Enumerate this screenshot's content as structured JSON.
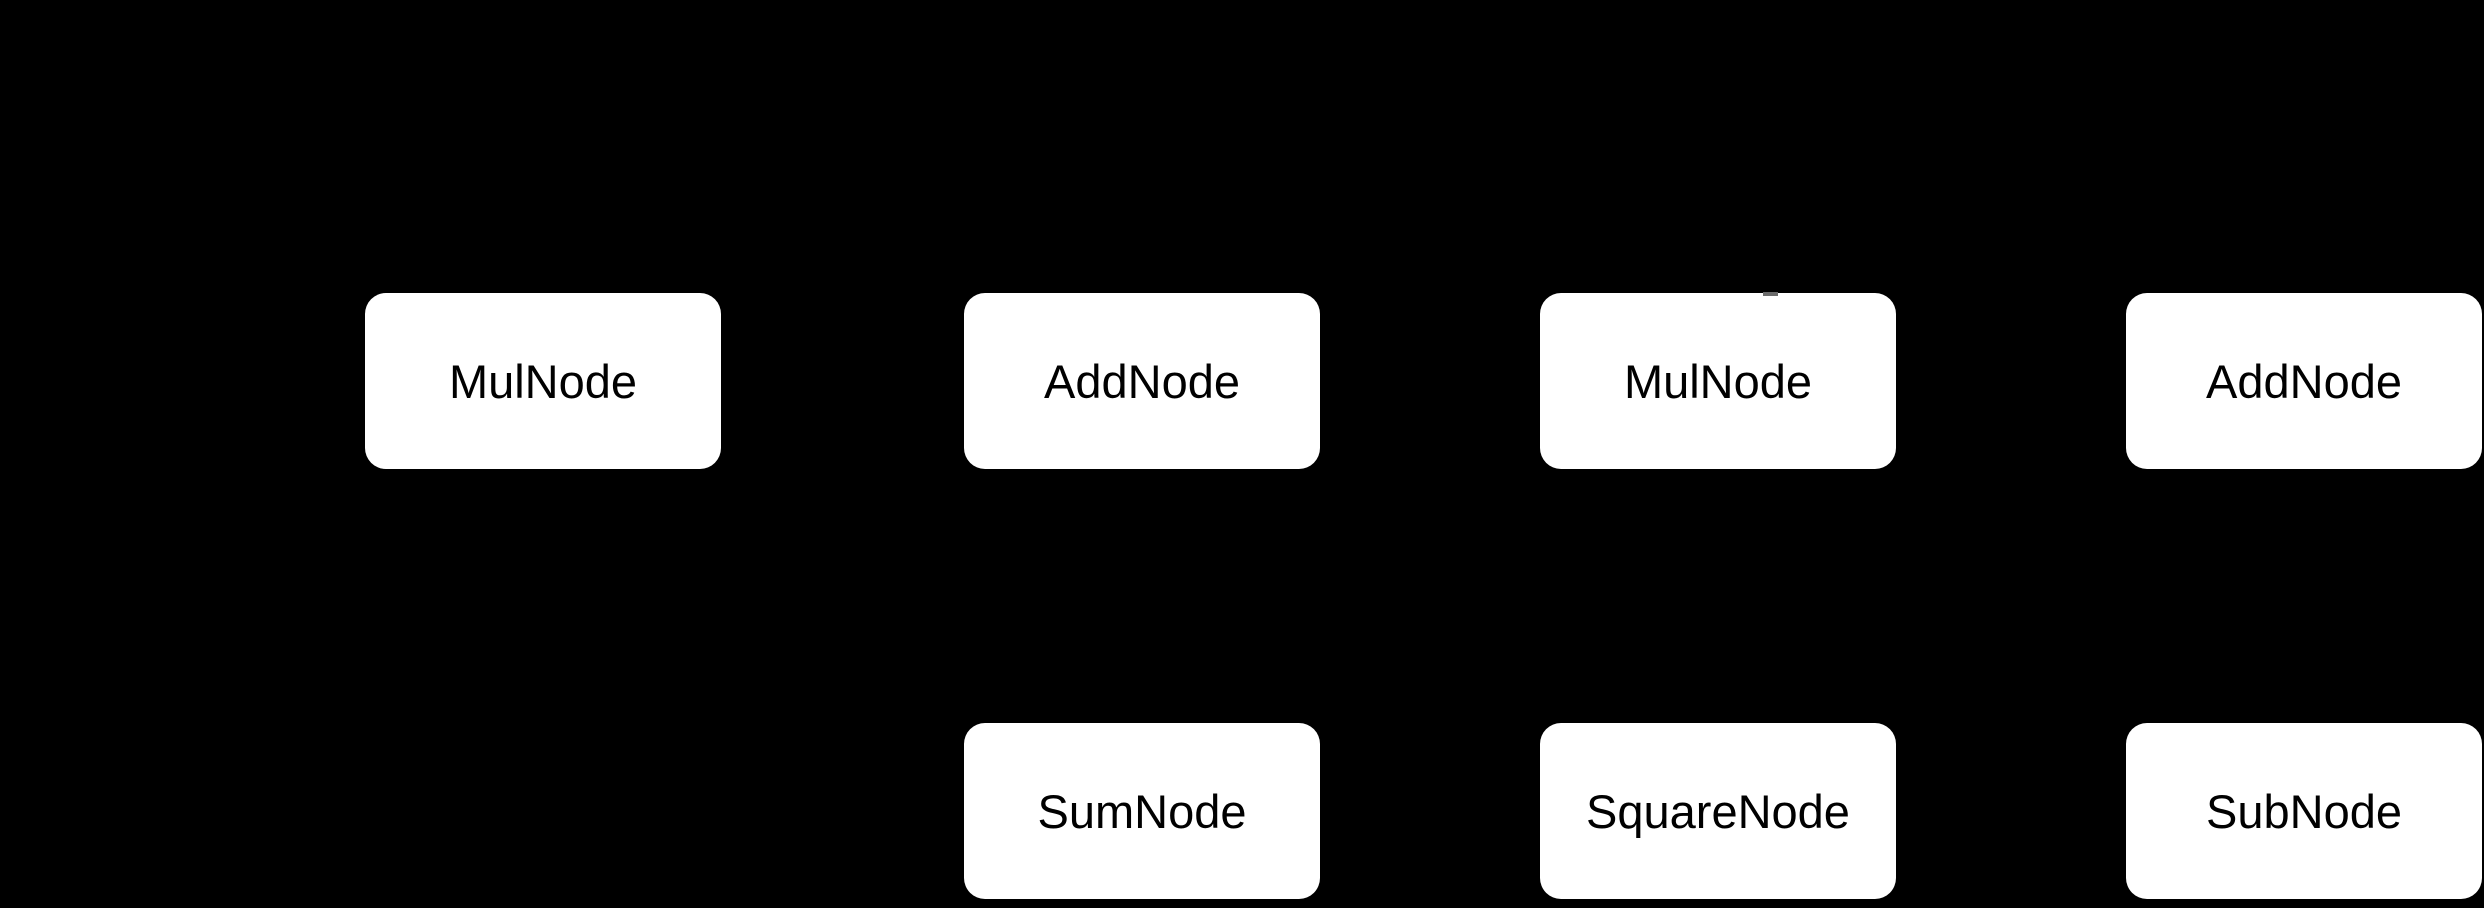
{
  "diagram": {
    "type": "computational-graph",
    "background_color": "#000000",
    "node_fill_color": "#ffffff",
    "node_text_color": "#000000",
    "edge_artifact_color": "#6b6b6b",
    "nodes": [
      {
        "id": "mul-1",
        "label": "MulNode",
        "row": 1,
        "col": 1
      },
      {
        "id": "add-1",
        "label": "AddNode",
        "row": 1,
        "col": 2
      },
      {
        "id": "mul-2",
        "label": "MulNode",
        "row": 1,
        "col": 3
      },
      {
        "id": "add-2",
        "label": "AddNode",
        "row": 1,
        "col": 4
      },
      {
        "id": "sum-1",
        "label": "SumNode",
        "row": 2,
        "col": 2
      },
      {
        "id": "square-1",
        "label": "SquareNode",
        "row": 2,
        "col": 3
      },
      {
        "id": "sub-1",
        "label": "SubNode",
        "row": 2,
        "col": 4
      }
    ]
  }
}
